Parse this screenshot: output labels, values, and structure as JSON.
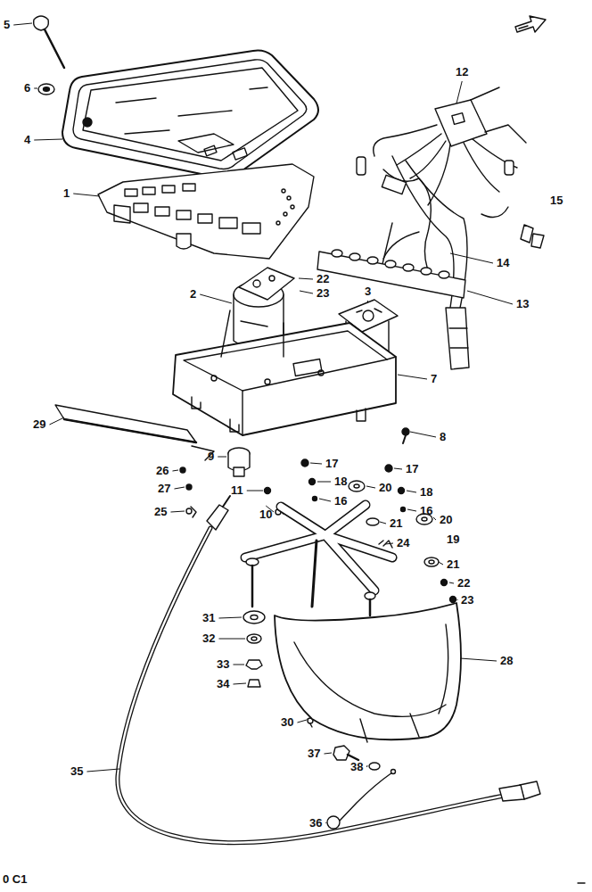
{
  "diagram": {
    "labels": [
      "5",
      "6",
      "4",
      "1",
      "12",
      "15",
      "14",
      "13",
      "22",
      "23",
      "2",
      "3",
      "7",
      "8",
      "29",
      "9",
      "17",
      "17",
      "26",
      "11",
      "18",
      "20",
      "18",
      "27",
      "16",
      "16",
      "25",
      "10",
      "21",
      "20",
      "19",
      "24",
      "21",
      "22",
      "23",
      "31",
      "32",
      "33",
      "34",
      "28",
      "30",
      "37",
      "38",
      "35",
      "36",
      "0 C1"
    ]
  }
}
